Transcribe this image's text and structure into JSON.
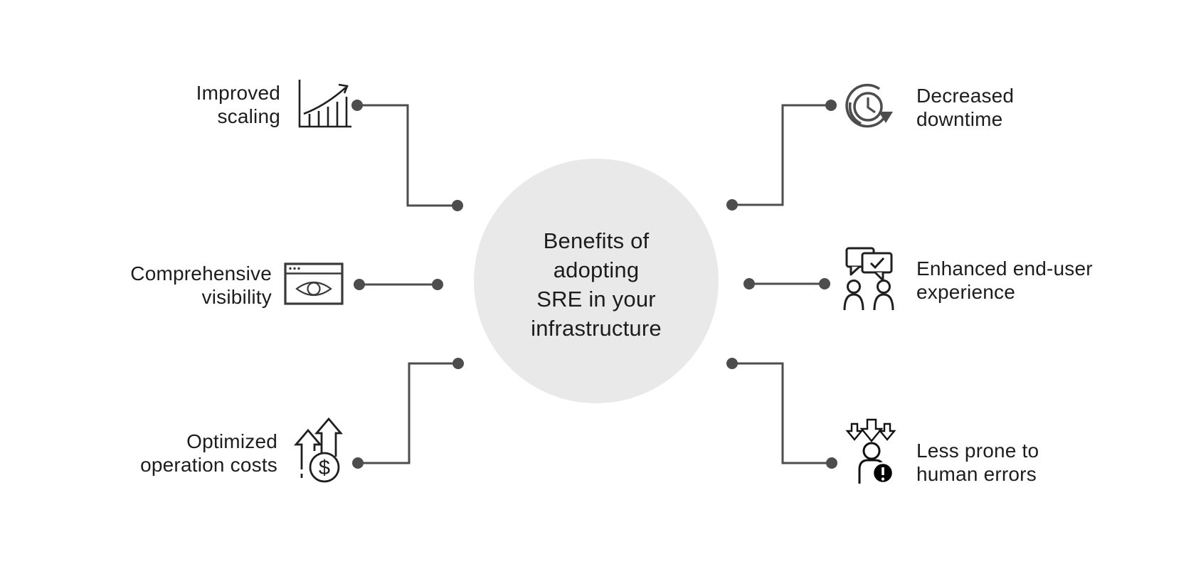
{
  "title": "Benefits of adopting SRE in your infrastructure",
  "center": {
    "title_lines": [
      "Benefits of",
      "adopting",
      "SRE in your",
      "infrastructure"
    ]
  },
  "items": [
    {
      "id": "improved-scaling",
      "label": "Improved scaling",
      "lines": [
        "Improved",
        "scaling"
      ],
      "icon": "growth-chart-icon",
      "side": "left",
      "slot": "top"
    },
    {
      "id": "comprehensive-visibility",
      "label": "Comprehensive visibility",
      "lines": [
        "Comprehensive",
        "visibility"
      ],
      "icon": "browser-eye-icon",
      "side": "left",
      "slot": "middle"
    },
    {
      "id": "optimized-operation-costs",
      "label": "Optimized operation costs",
      "lines": [
        "Optimized",
        "operation costs"
      ],
      "icon": "rising-costs-dollar-icon",
      "side": "left",
      "slot": "bottom"
    },
    {
      "id": "decreased-downtime",
      "label": "Decreased downtime",
      "lines": [
        "Decreased",
        "downtime"
      ],
      "icon": "clock-history-icon",
      "side": "right",
      "slot": "top"
    },
    {
      "id": "enhanced-end-user-experience",
      "label": "Enhanced end-user experience",
      "lines": [
        "Enhanced end-user",
        "experience"
      ],
      "icon": "chat-users-icon",
      "side": "right",
      "slot": "middle"
    },
    {
      "id": "less-prone-to-human-errors",
      "label": "Less prone to human errors",
      "lines": [
        "Less prone to",
        "human errors"
      ],
      "icon": "user-error-icon",
      "side": "right",
      "slot": "bottom"
    }
  ],
  "icon_glyphs": {
    "dollar_sign": "$",
    "exclamation": "!"
  },
  "colors": {
    "background": "#ffffff",
    "text": "#1d1d1d",
    "connector": "#4d4d4d",
    "circle_fill": "#e9e9e9",
    "icon_dark": "#1f1f1f",
    "icon_gray": "#4d4d4d",
    "badge_fill": "#000000"
  }
}
